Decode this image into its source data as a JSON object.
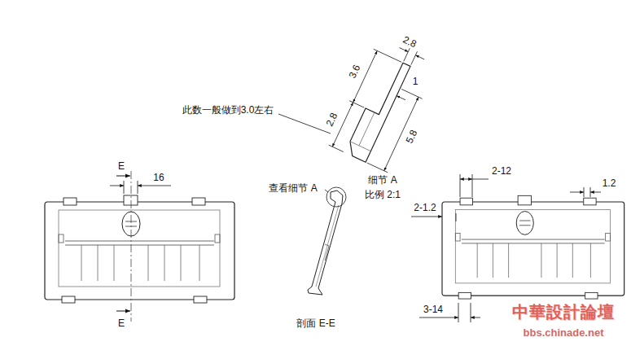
{
  "diagram": {
    "labels": [
      "此数一般做到3.0左右",
      "3.6",
      "2.8",
      "1",
      "2.8",
      "5.8",
      "细节 A",
      "比例 2:1",
      "查看细节 A",
      "剖面 E-E",
      "E",
      "16",
      "E",
      "2-12",
      "1.2",
      "2-1.2",
      "3-14",
      "中華設計論壇",
      "bbs.chinade.net"
    ]
  }
}
